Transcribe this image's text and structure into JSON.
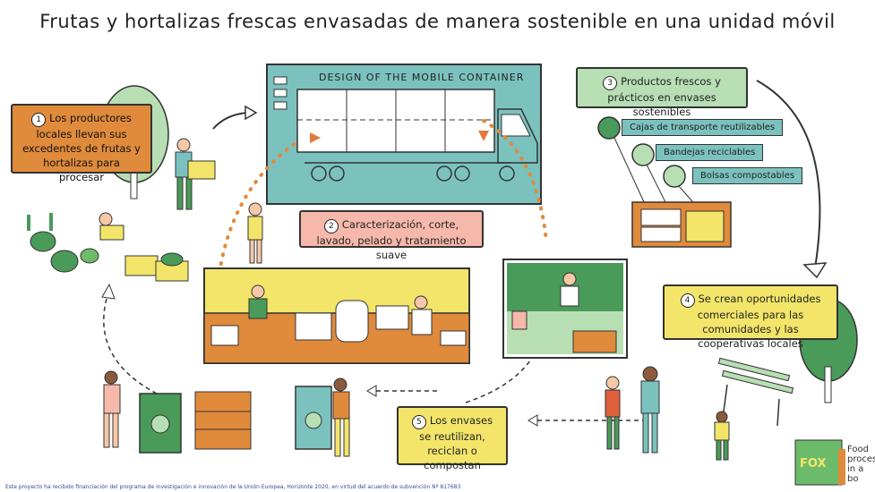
{
  "title": "Frutas y hortalizas frescas envasadas de manera sostenible en una unidad móvil",
  "container_label": "DESIGN OF THE MOBILE CONTAINER",
  "steps": [
    {
      "num": "1",
      "text": "Los productores locales llevan sus excedentes de frutas y hortalizas para procesar"
    },
    {
      "num": "2",
      "text": "Caracterización, corte, lavado, pelado y tratamiento suave"
    },
    {
      "num": "3",
      "text": "Productos frescos y prácticos en envases sostenibles"
    },
    {
      "num": "4",
      "text": "Se crean oportunidades comerciales para las comunidades y las cooperativas locales"
    },
    {
      "num": "5",
      "text": "Los envases se reutilizan, reciclan o compostan"
    }
  ],
  "packaging": [
    {
      "label": "Cajas de transporte reutilizables"
    },
    {
      "label": "Bandejas reciclables"
    },
    {
      "label": "Bolsas compostables"
    }
  ],
  "footer": "Este proyecto ha recibido financiación del programa de investigación e innovación de la Unión Europea, Horizonte 2020, en virtud del acuerdo de subvención Nº 817683",
  "logo": {
    "mark": "FOX",
    "text": "Food proces in a bo"
  },
  "colors": {
    "teal": "#7bc2bf",
    "orange": "#e08a3c",
    "yellow": "#f3e56a",
    "pink": "#f6b8aa",
    "green": "#b7dfb3"
  }
}
